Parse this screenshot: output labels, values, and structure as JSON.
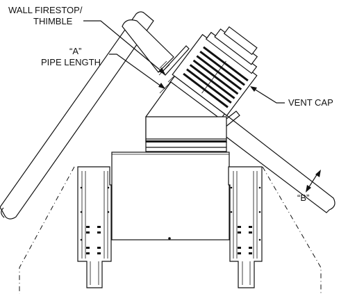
{
  "labels": {
    "firestop_line1": "WALL FIRESTOP/",
    "firestop_line2": "THIMBLE",
    "pipe_line1": "“A”",
    "pipe_line2": "PIPE LENGTH",
    "vent_cap": "VENT CAP",
    "dim_b": "“B”"
  },
  "colors": {
    "line": "#111111",
    "background": "#ffffff"
  }
}
